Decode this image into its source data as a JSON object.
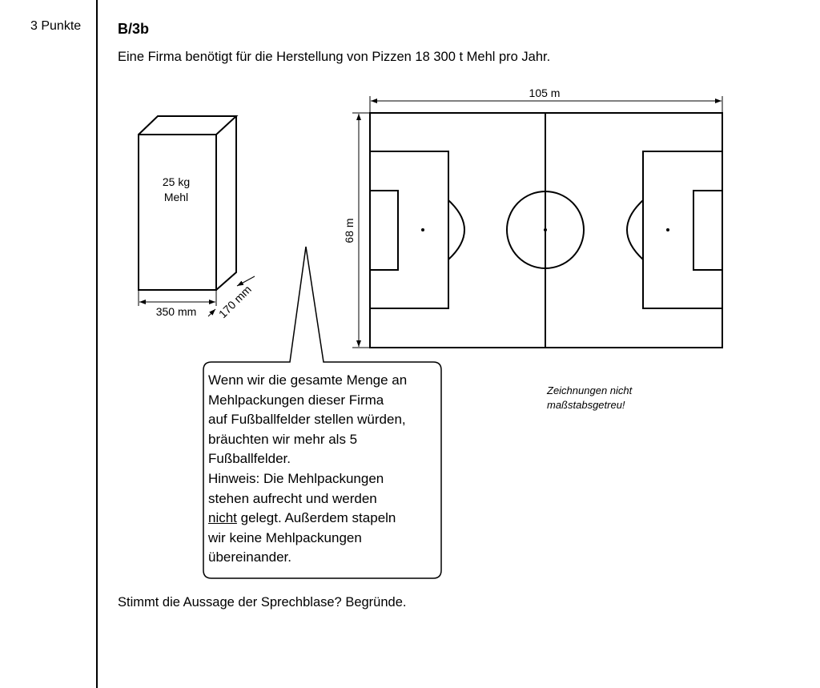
{
  "points": "3 Punkte",
  "task_id": "B/3b",
  "intro": "Eine Firma benötigt für die Herstellung von Pizzen  18 300 t Mehl pro Jahr.",
  "package": {
    "label_line1": "25 kg",
    "label_line2": "Mehl",
    "width_label": "350 mm",
    "depth_label": "170 mm"
  },
  "field": {
    "length_label": "105 m",
    "width_label": "68 m"
  },
  "note": {
    "line1": "Zeichnungen nicht",
    "line2": "maßstabsgetreu!"
  },
  "speech_bubble": {
    "lines": [
      "Wenn wir die gesamte Menge an",
      "Mehlpackungen dieser Firma",
      "auf Fußballfelder stellen würden,",
      "bräuchten wir mehr als 5",
      "Fußballfelder.",
      "Hinweis: Die Mehlpackungen",
      "stehen aufrecht und werden"
    ],
    "underlined_word": "nicht",
    "line8_rest": " gelegt. Außerdem stapeln",
    "lines_end": [
      "wir keine Mehlpackungen",
      "übereinander."
    ]
  },
  "question": "Stimmt die Aussage der Sprechblase? Begründe."
}
